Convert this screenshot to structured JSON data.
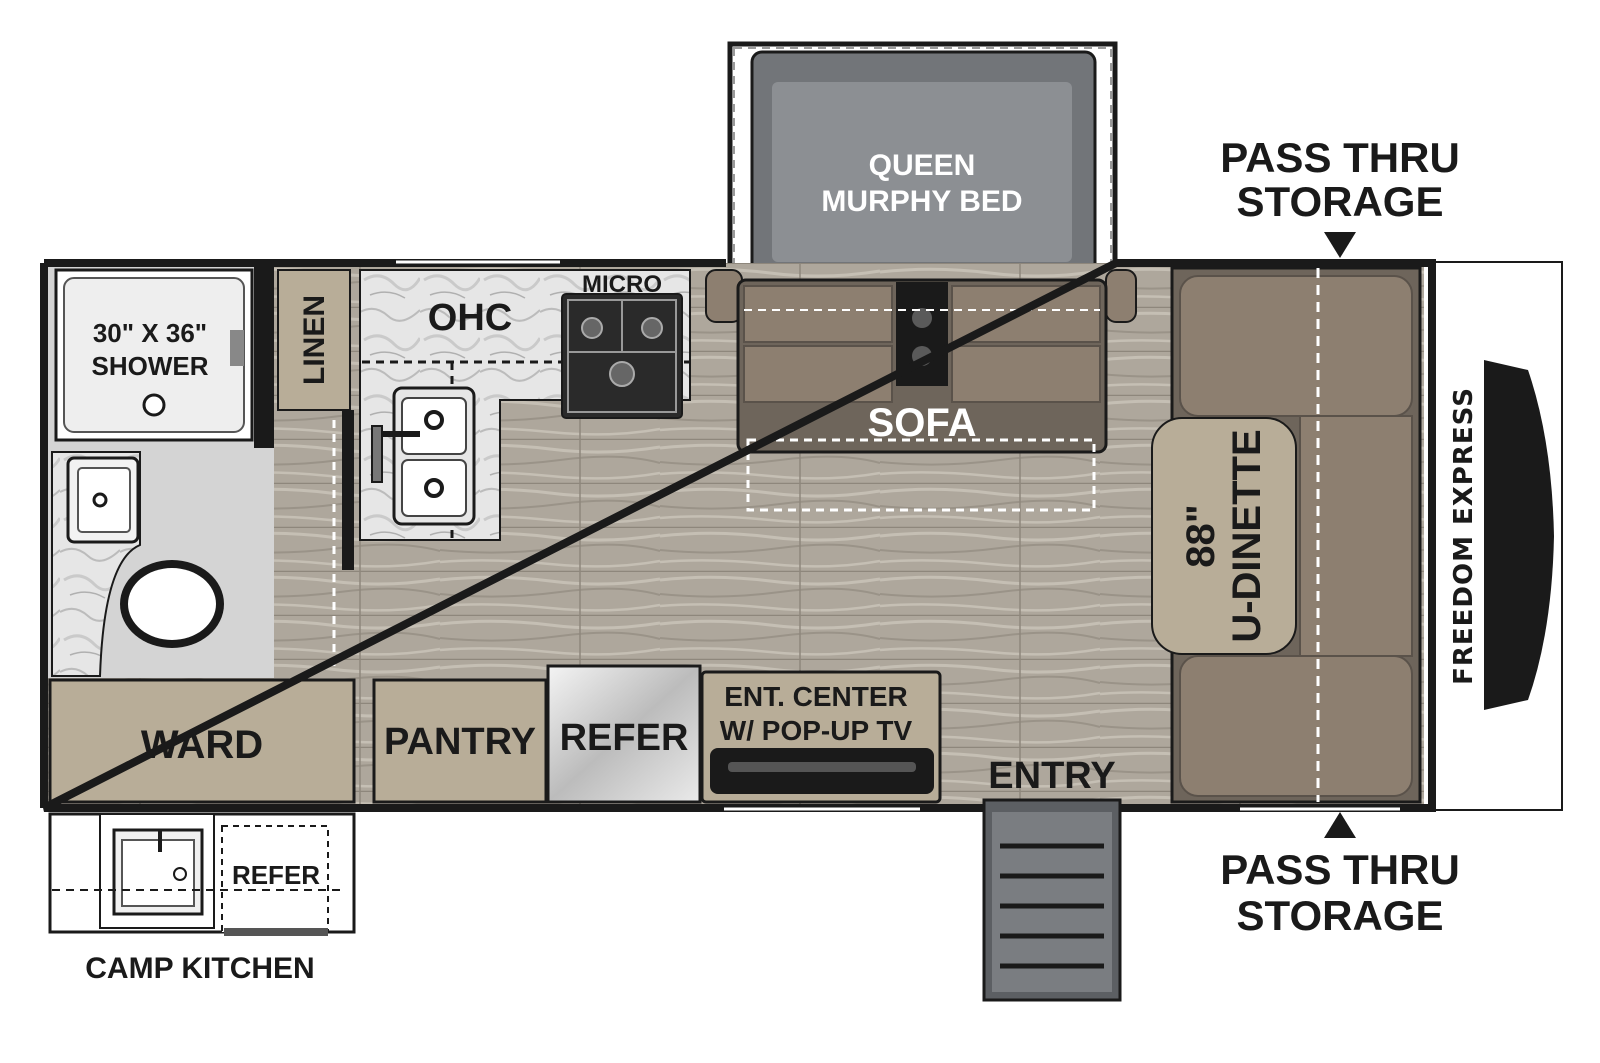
{
  "labels": {
    "shower_size": "30\" X 36\"",
    "shower": "SHOWER",
    "linen": "LINEN",
    "ohc": "OHC",
    "micro": "MICRO",
    "bed_line1": "QUEEN",
    "bed_line2": "MURPHY BED",
    "sofa": "SOFA",
    "dinette_size": "88\"",
    "dinette": "U-DINETTE",
    "brand": "FREEDOM EXPRESS",
    "ward": "WARD",
    "pantry": "PANTRY",
    "refer": "REFER",
    "ent_line1": "ENT. CENTER",
    "ent_line2": "W/ POP-UP TV",
    "entry": "ENTRY",
    "camp_refer": "REFER",
    "camp_kitchen": "CAMP KITCHEN",
    "storage_top_line1": "PASS THRU",
    "storage_top_line2": "STORAGE",
    "storage_bottom_line1": "PASS THRU",
    "storage_bottom_line2": "STORAGE"
  },
  "colors": {
    "floor": "#aaa398",
    "cabinet": "#b8ad98",
    "furniture": "#8d7f70",
    "bed": "#7c7f83",
    "wall": "#1a1a1a"
  }
}
